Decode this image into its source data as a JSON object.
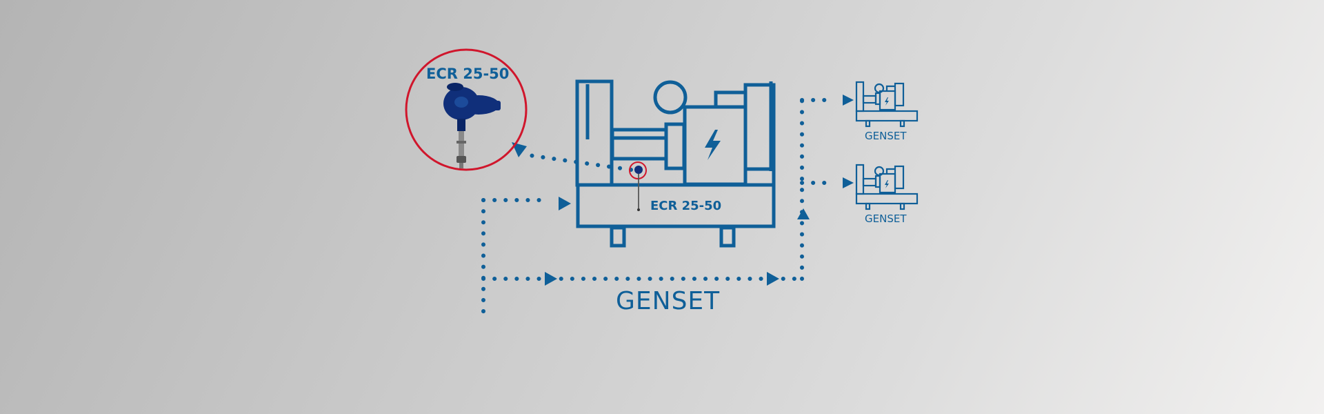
{
  "diagram": {
    "sensor_callout_label": "ECR 25-50",
    "genset_inner_label": "ECR 25-50",
    "main_genset_label": "GENSET",
    "output_gensets": [
      {
        "label": "GENSET"
      },
      {
        "label": "GENSET"
      }
    ]
  },
  "colors": {
    "primary_blue": "#0f5f98",
    "highlight_red": "#d0162c",
    "sensor_blue": "#102f7a"
  }
}
